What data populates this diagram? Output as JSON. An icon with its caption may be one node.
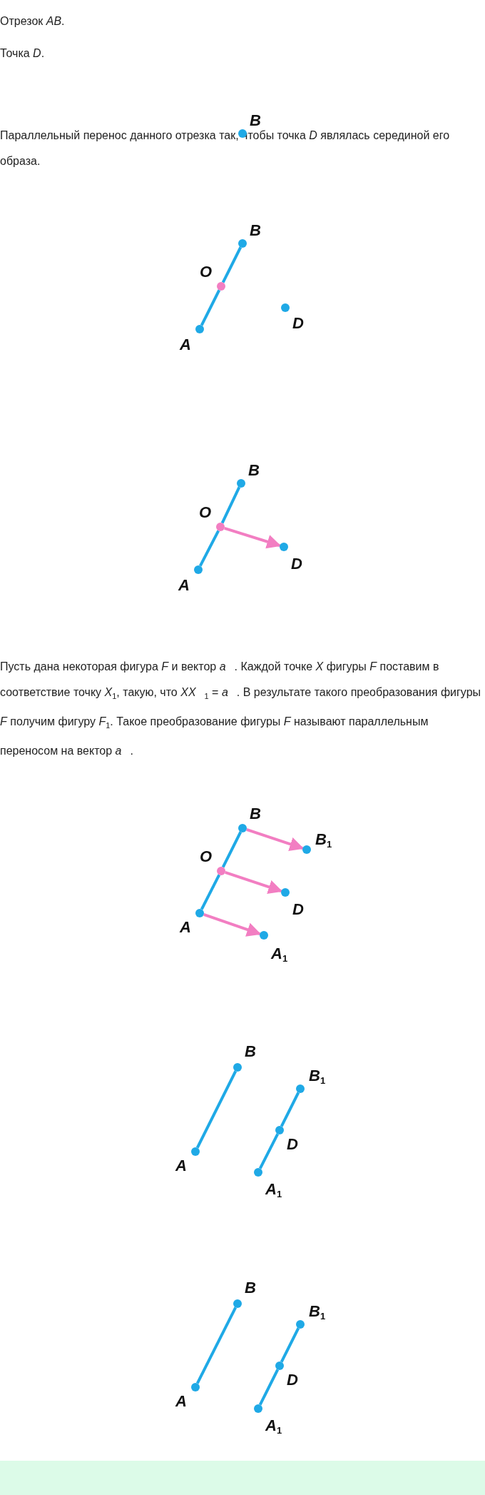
{
  "diagram": {
    "nodes": [
      {
        "text": [],
        "shape": "circle",
        "beside": [
          "B"
        ]
      },
      {
        "text": [],
        "shape": "circle",
        "beside": [
          "B"
        ]
      },
      {
        "text": [],
        "shape": "circle",
        "beside": [
          "O"
        ]
      },
      {
        "text": [],
        "shape": "circle",
        "beside": [
          "A"
        ]
      },
      {
        "text": [],
        "shape": "circle",
        "beside": [
          "D"
        ]
      },
      {
        "text": [],
        "shape": "circle",
        "beside": [
          "B"
        ]
      },
      {
        "text": [],
        "shape": "circle",
        "beside": [
          "O"
        ]
      },
      {
        "text": [],
        "shape": "circle",
        "beside": [
          "A"
        ]
      },
      {
        "text": [],
        "shape": "circle",
        "beside": [
          "D"
        ]
      },
      {
        "text": [],
        "shape": "circle",
        "beside": [
          "B"
        ]
      },
      {
        "text": [],
        "shape": "circle",
        "beside": [
          "B$_{1}$"
        ]
      },
      {
        "text": [],
        "shape": "circle",
        "beside": [
          "O"
        ]
      },
      {
        "text": [],
        "shape": "circle",
        "beside": [
          "D"
        ]
      },
      {
        "text": [],
        "shape": "circle",
        "beside": [
          "A"
        ]
      },
      {
        "text": [],
        "shape": "circle",
        "beside": [
          "A$_{1}$"
        ]
      },
      {
        "text": [],
        "shape": "circle",
        "beside": [
          "B"
        ]
      },
      {
        "text": [],
        "shape": "circle",
        "beside": [
          "B$_{1}$"
        ]
      },
      {
        "text": [],
        "shape": "circle",
        "beside": [
          "D"
        ]
      },
      {
        "text": [],
        "shape": "circle",
        "beside": [
          "A"
        ]
      },
      {
        "text": [],
        "shape": "circle",
        "beside": [
          "A$_{1}$"
        ]
      },
      {
        "text": [],
        "shape": "circle",
        "beside": [
          "B"
        ]
      },
      {
        "text": [],
        "shape": "circle",
        "beside": [
          "B$_{1}$"
        ]
      },
      {
        "text": [],
        "shape": "circle",
        "beside": [
          "D"
        ]
      },
      {
        "text": [],
        "shape": "circle",
        "beside": [
          "A"
        ]
      },
      {
        "text": [],
        "shape": "circle",
        "beside": [
          "A$_{1}$"
        ]
      }
    ],
    "edges": [
      {
        "from": 3,
        "to": 2,
        "arrow": "none"
      },
      {
        "from": 2,
        "to": 1,
        "arrow": "none"
      },
      {
        "from": 7,
        "to": 6,
        "arrow": "none"
      },
      {
        "from": 6,
        "to": 5,
        "arrow": "none"
      },
      {
        "from": 6,
        "to": 8,
        "arrow": "to",
        "color": "#f27ec2"
      },
      {
        "from": 13,
        "to": 11,
        "arrow": "none"
      },
      {
        "from": 11,
        "to": 9,
        "arrow": "none"
      },
      {
        "from": 9,
        "to": 10,
        "arrow": "to",
        "color": "#f27ec2"
      },
      {
        "from": 11,
        "to": 12,
        "arrow": "to",
        "color": "#f27ec2"
      },
      {
        "from": 13,
        "to": 14,
        "arrow": "to",
        "color": "#f27ec2"
      },
      {
        "from": 18,
        "to": 15,
        "arrow": "none"
      },
      {
        "from": 19,
        "to": 17,
        "arrow": "none"
      },
      {
        "from": 17,
        "to": 16,
        "arrow": "none"
      },
      {
        "from": 23,
        "to": 20,
        "arrow": "none"
      },
      {
        "from": 24,
        "to": 22,
        "arrow": "none"
      },
      {
        "from": 22,
        "to": 21,
        "arrow": "none"
      }
    ],
    "labels": [
      "Отрезок *AB*.",
      "Точка *D*.",
      "Параллельный перенос данного отрезка так, чтобы точка *D* являлась серединой его образа.",
      "Пусть дана некоторая фигура *F* и вектор *a⃗*. Каждой точке *X* фигуры *F* поставим в соответствие точку *X*$_{1}$, такую, что *XX⃗*$_{1}$ = *a⃗*. В результате такого преобразования фигуры *F* получим фигуру *F*$_{1}$. Такое преобразование фигуры *F* называют параллельным переносом на вектор *a⃗*."
    ]
  }
}
